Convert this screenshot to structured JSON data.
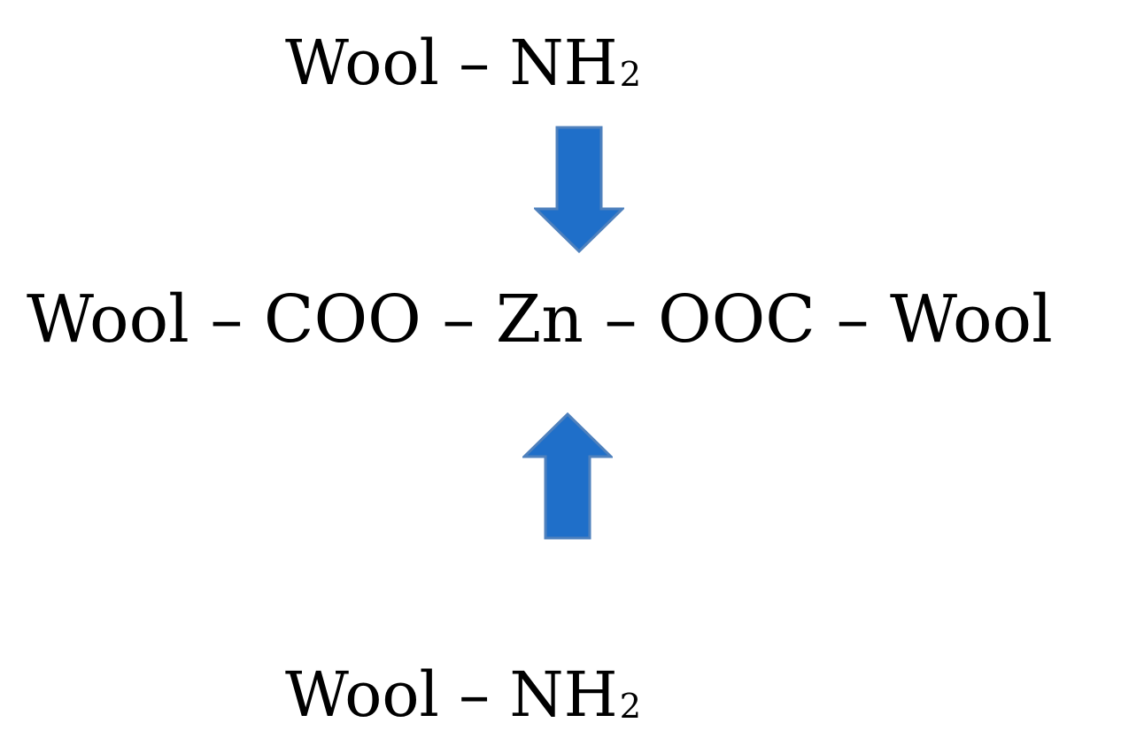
{
  "diagram": {
    "top": {
      "main": "Wool – NH",
      "subscript": "2"
    },
    "center": {
      "text": "Wool – COO  – Zn – OOC  – Wool"
    },
    "bottom": {
      "main": "Wool – NH",
      "subscript": "2"
    },
    "arrows": {
      "color": "#1F6FC9",
      "outline": "#4F81BD",
      "down_icon": "arrow-down-icon",
      "up_icon": "arrow-up-icon"
    }
  }
}
